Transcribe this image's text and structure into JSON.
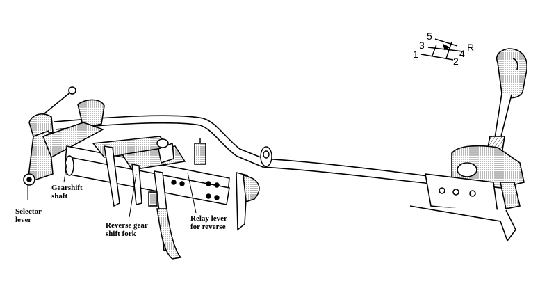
{
  "labels": {
    "selector_lever": [
      "Selector",
      "lever"
    ],
    "gearshift_shaft": [
      "Gearshift",
      "shaft"
    ],
    "reverse_gear_shift_fork": [
      "Reverse gear",
      "shift fork"
    ],
    "relay_lever": [
      "Relay lever",
      "for reverse"
    ]
  },
  "shift_pattern": {
    "g5": "5",
    "g3": "3",
    "g1": "1",
    "g2": "2",
    "g4": "4",
    "gR": "R"
  },
  "colors": {
    "ink": "#000000",
    "paper": "#ffffff",
    "stipple": "#8a8a8a"
  }
}
